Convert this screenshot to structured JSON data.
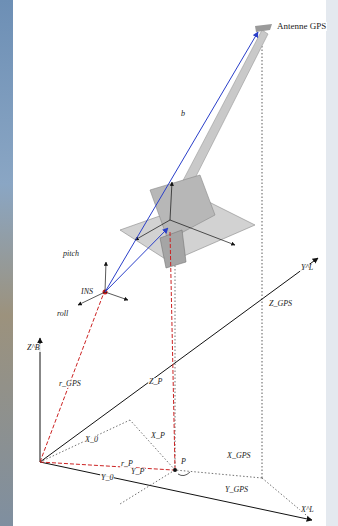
{
  "diagram": {
    "labels": [
      "Antenne GPS",
      "b",
      "pitch",
      "roll",
      "INS",
      "Z_GPS",
      "Y^L",
      "Z^B",
      "X^L",
      "Z_P",
      "X_P",
      "Y_P",
      "X_0",
      "Y_0",
      "P",
      "X_GPS",
      "Y_GPS",
      "r_GPS",
      "r_P"
    ]
  }
}
